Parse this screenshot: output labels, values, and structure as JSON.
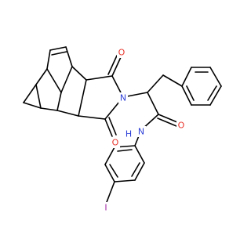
{
  "colors": {
    "bond": "#000000",
    "carbon": "#000000",
    "oxygen": "#e8352c",
    "nitrogen": "#2d3fd7",
    "iodine": "#a22ba6",
    "hydrogen": "#2d3fd7"
  },
  "labels": {
    "oxygen_top": "O",
    "oxygen_bottom": "O",
    "oxygen_amide": "O",
    "nitrogen_imide": "N",
    "nitrogen_amide": "N",
    "hydrogen_amide": "H",
    "iodine": "I"
  }
}
